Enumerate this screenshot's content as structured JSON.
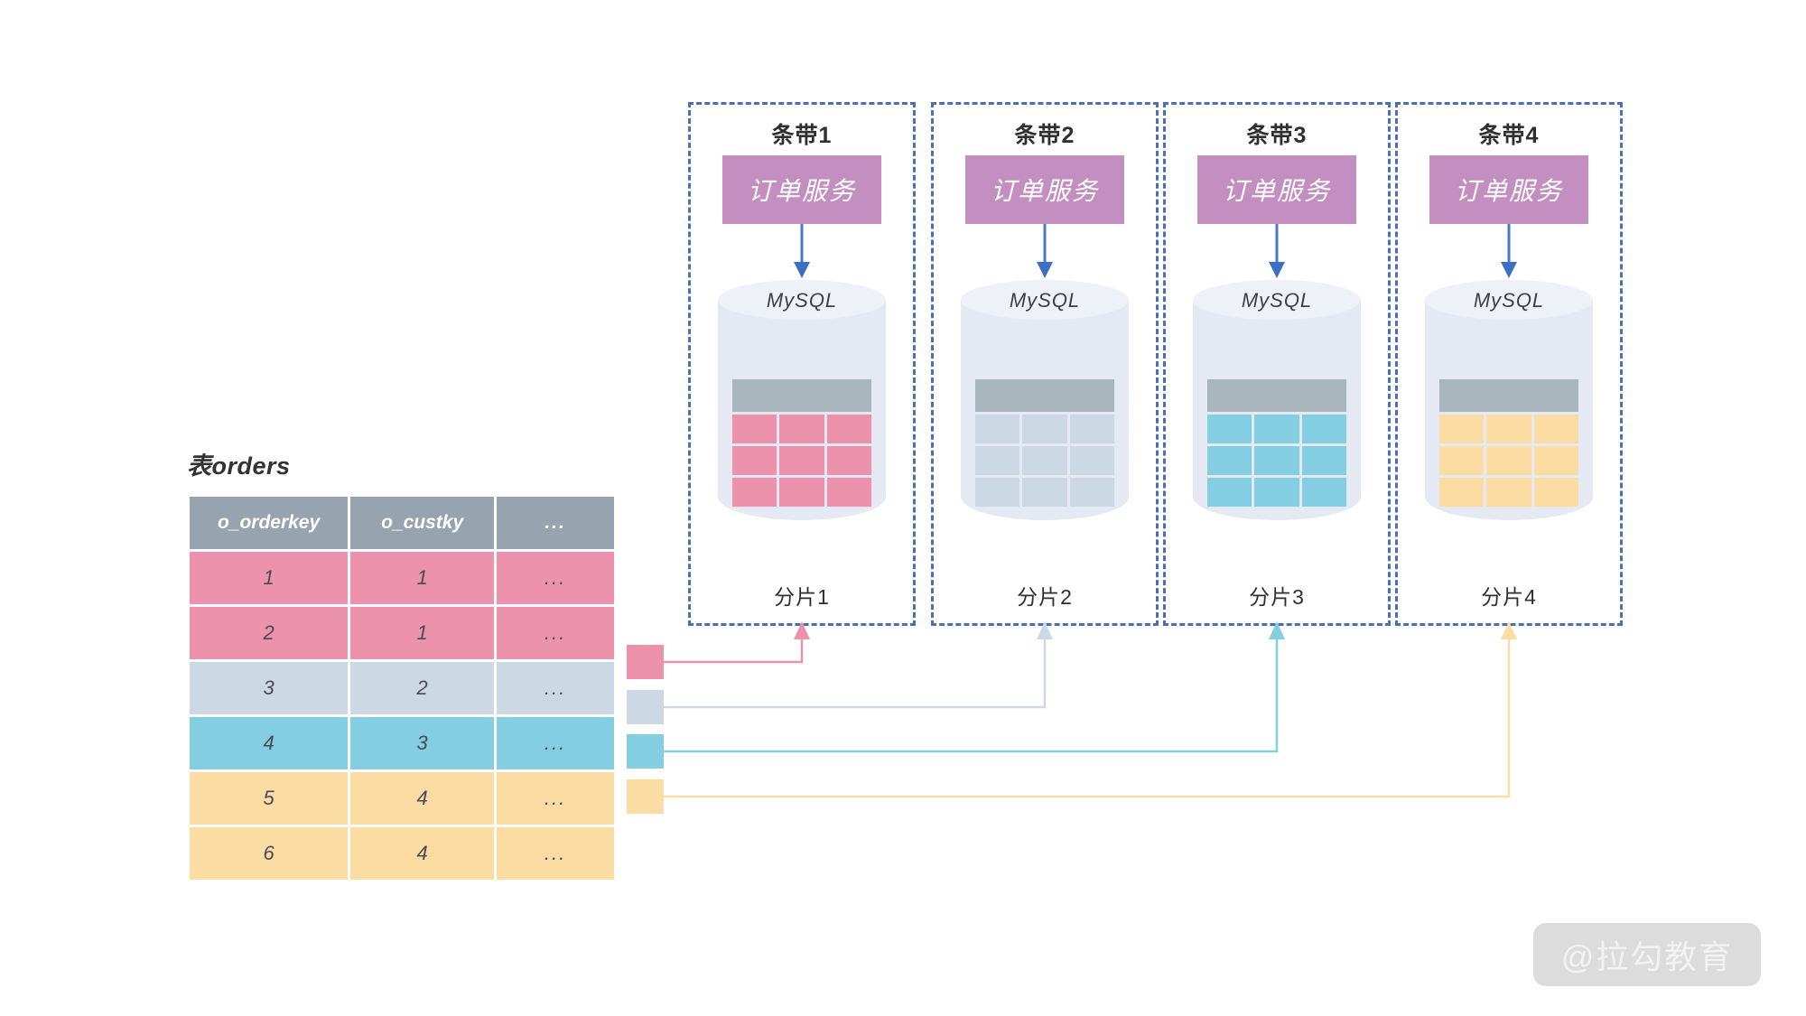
{
  "source_table": {
    "caption": "表orders",
    "columns": [
      "o_orderkey",
      "o_custky",
      "..."
    ],
    "rows": [
      {
        "o_orderkey": "1",
        "o_custky": "1",
        "more": "...",
        "color_key": "pink"
      },
      {
        "o_orderkey": "2",
        "o_custky": "1",
        "more": "...",
        "color_key": "pink"
      },
      {
        "o_orderkey": "3",
        "o_custky": "2",
        "more": "...",
        "color_key": "steel"
      },
      {
        "o_orderkey": "4",
        "o_custky": "3",
        "more": "...",
        "color_key": "cyan"
      },
      {
        "o_orderkey": "5",
        "o_custky": "4",
        "more": "...",
        "color_key": "amber"
      },
      {
        "o_orderkey": "6",
        "o_custky": "4",
        "more": "...",
        "color_key": "amber"
      }
    ]
  },
  "shards": [
    {
      "stripe_title": "条带1",
      "service_label": "订单服务",
      "db_label": "MySQL",
      "shard_label": "分片1",
      "color": "#ec92ad"
    },
    {
      "stripe_title": "条带2",
      "service_label": "订单服务",
      "db_label": "MySQL",
      "shard_label": "分片2",
      "color": "#ccd9e4"
    },
    {
      "stripe_title": "条带3",
      "service_label": "订单服务",
      "db_label": "MySQL",
      "shard_label": "分片3",
      "color": "#83cee0"
    },
    {
      "stripe_title": "条带4",
      "service_label": "订单服务",
      "db_label": "MySQL",
      "shard_label": "分片4",
      "color": "#fbdda4"
    }
  ],
  "legend_swatches": [
    {
      "color": "#ec92ad",
      "target": "分片1"
    },
    {
      "color": "#ccd9e4",
      "target": "分片2"
    },
    {
      "color": "#83cee0",
      "target": "分片3"
    },
    {
      "color": "#fbdda4",
      "target": "分片4"
    }
  ],
  "palette": {
    "pink": "#ec92ad",
    "steel": "#ccd9e4",
    "cyan": "#83cee0",
    "amber": "#fbdda4",
    "header_gray": "#97a4b0",
    "mini_header_gray": "#a9b5bd",
    "service_purple": "#c38fc0",
    "panel_border_blue": "#4a6fb5",
    "arrow_blue": "#4a7ac4",
    "cylinder_body": "#e4e9f3",
    "cylinder_top": "#eef1f8",
    "background": "#ffffff"
  },
  "watermark": {
    "text": "@拉勾教育"
  }
}
